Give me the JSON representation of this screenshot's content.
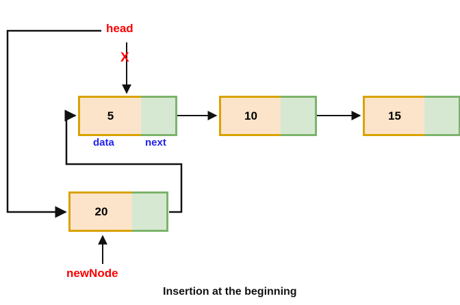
{
  "diagram": {
    "caption": "Insertion at the beginning",
    "colors": {
      "data_fill": "#fce4ca",
      "data_border": "#d9a200",
      "next_fill": "#d6e8d2",
      "next_border": "#7cb36a",
      "pointer_label": "#fa0000",
      "field_label": "#2222ee",
      "connector": "#111111"
    },
    "pointers": {
      "head": "head",
      "head_broken_mark": "X",
      "new_node": "newNode"
    },
    "field_labels": {
      "data": "data",
      "next": "next"
    },
    "nodes": [
      {
        "id": "node-5",
        "value": "5",
        "role": "old-head"
      },
      {
        "id": "node-10",
        "value": "10",
        "role": "list-node"
      },
      {
        "id": "node-15",
        "value": "15",
        "role": "list-node"
      },
      {
        "id": "node-20",
        "value": "20",
        "role": "new-node"
      }
    ]
  }
}
